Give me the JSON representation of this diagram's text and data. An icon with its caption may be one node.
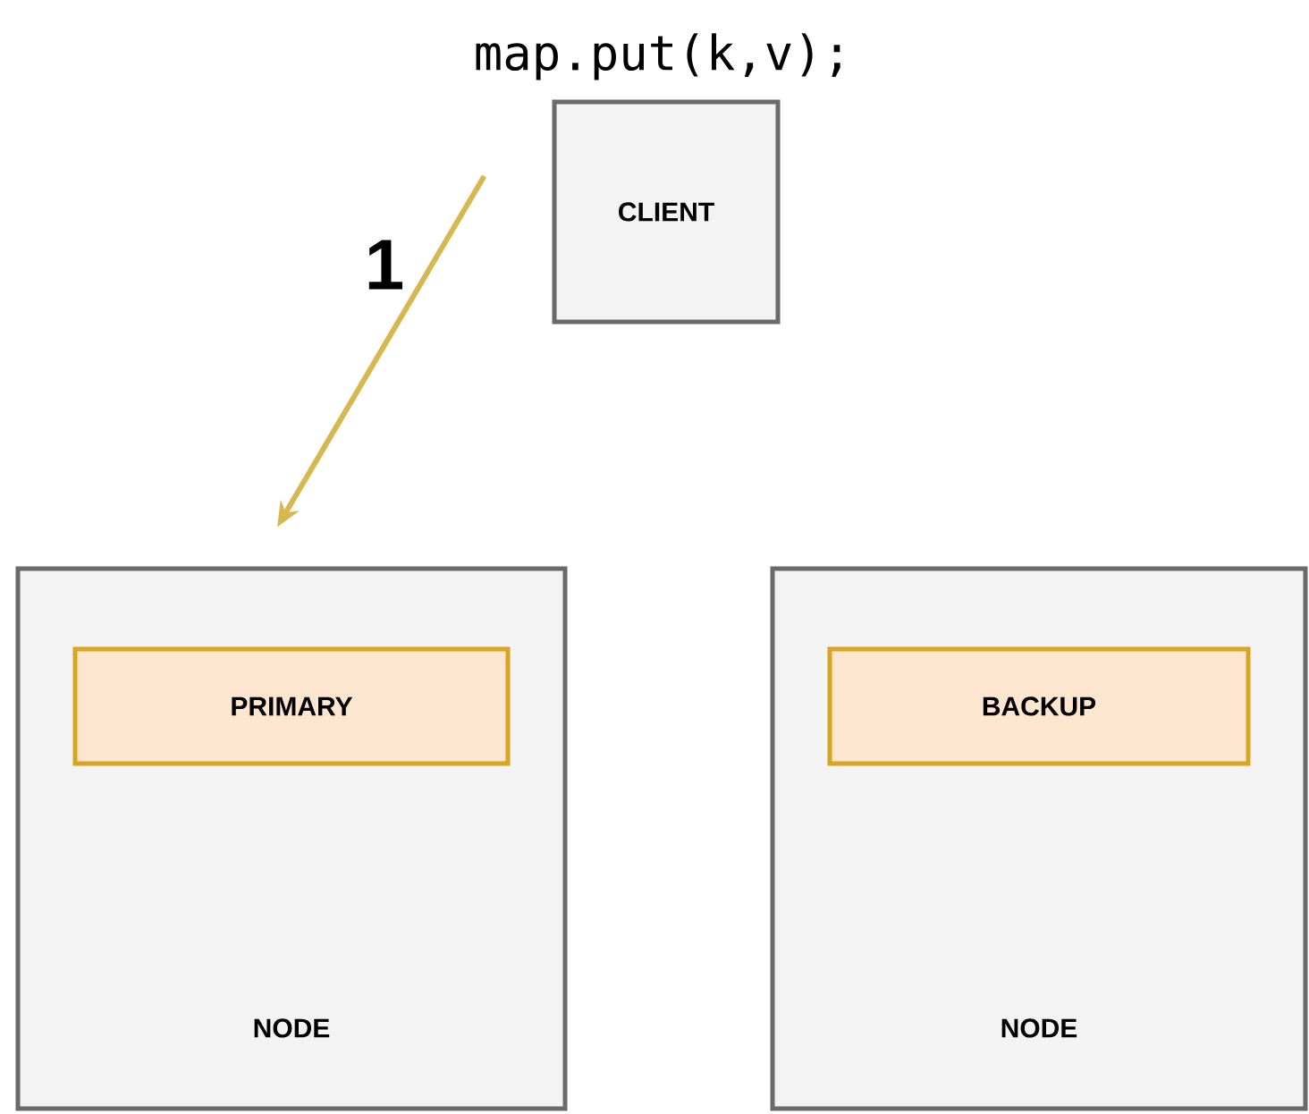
{
  "diagram": {
    "nodes": [
      {
        "text": [
          "CLIENT"
        ],
        "beside": [
          "map.put(k,v);"
        ]
      },
      {
        "text": [
          "NODE"
        ]
      },
      {
        "text": [
          "PRIMARY"
        ],
        "in": 1
      },
      {
        "text": [
          "NODE"
        ]
      },
      {
        "text": [
          "BACKUP"
        ],
        "in": 3
      }
    ],
    "edges": [
      {
        "from": 0,
        "to": 1,
        "arrow": "to",
        "label": "1",
        "color": "#d6b84e"
      }
    ]
  }
}
